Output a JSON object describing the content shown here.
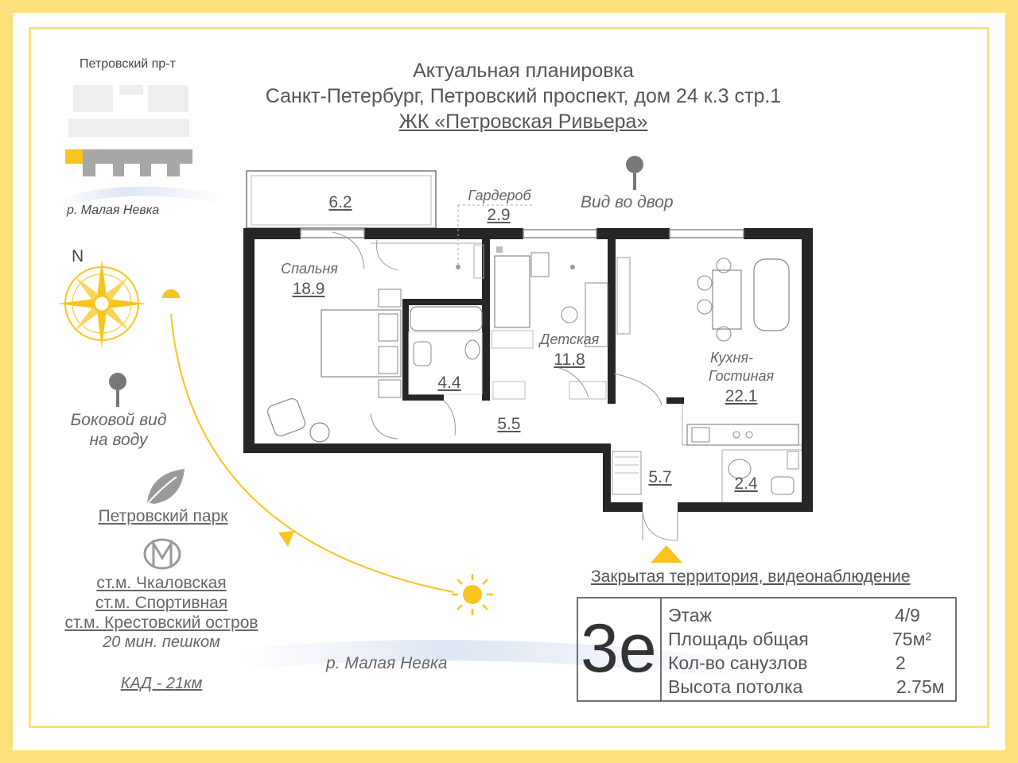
{
  "header": {
    "line1": "Актуальная планировка",
    "line2": "Санкт-Петербург, Петровский проспект, дом 24 к.3 стр.1",
    "line3": "ЖК «Петровская Ривьера»"
  },
  "minimap": {
    "street": "Петровский пр-т",
    "river": "р. Малая Невка"
  },
  "compass": {
    "north": "N"
  },
  "views": {
    "side": "Боковой вид",
    "side2": "на воду",
    "yard": "Вид во двор"
  },
  "park": "Петровский парк",
  "metro": {
    "s1": "ст.м. Чкаловская",
    "s2": "ст.м. Спортивная",
    "s3": "ст.м. Крестовский остров",
    "walk": "20 мин. пешком"
  },
  "kad": "КАД - 21км",
  "river_bottom": "р. Малая Невка",
  "rooms": {
    "balcony_area": "6.2",
    "wardrobe_label": "Гардероб",
    "wardrobe_area": "2.9",
    "bedroom_label": "Спальня",
    "bedroom_area": "18.9",
    "bath_area": "4.4",
    "kids_label": "Детская",
    "kids_area": "11.8",
    "hall_area": "5.5",
    "kitchen_label1": "Кухня-",
    "kitchen_label2": "Гостиная",
    "kitchen_area": "22.1",
    "entry_area": "5.7",
    "wc_area": "2.4"
  },
  "security": "Закрытая территория, видеонаблюдение",
  "specs": {
    "type": "3е",
    "floor_label": "Этаж",
    "floor_value": "4/9",
    "area_label": "Площадь общая",
    "area_value": "75м²",
    "baths_label": "Кол-во санузлов",
    "baths_value": "2",
    "ceiling_label": "Высота потолка",
    "ceiling_value": "2.75м"
  },
  "colors": {
    "accent": "#fde07a",
    "sun": "#f7c51e",
    "wall": "#262626"
  }
}
